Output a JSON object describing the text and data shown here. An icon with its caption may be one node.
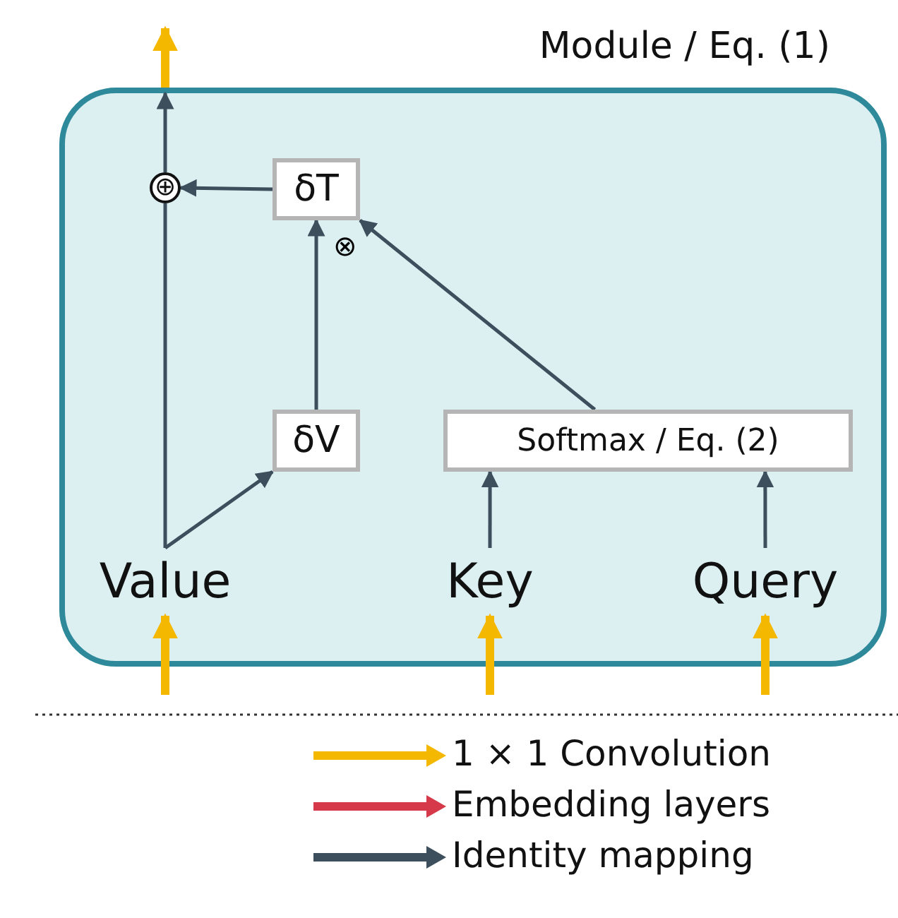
{
  "diagram": {
    "nodes": [
      {
        "text": [
          "Module / Eq. (1)"
        ]
      },
      {
        "text": [
          "δT"
        ],
        "in": 0
      },
      {
        "text": [
          "⊕"
        ],
        "in": 0
      },
      {
        "text": [
          "δV"
        ],
        "in": 0
      },
      {
        "text": [
          "Softmax / Eq. (2)"
        ],
        "in": 0
      },
      {
        "text": [
          "Value"
        ],
        "in": 0
      },
      {
        "text": [
          "Key"
        ],
        "in": 0
      },
      {
        "text": [
          "Query"
        ],
        "in": 0
      }
    ],
    "edges": [
      {
        "from": 1,
        "to": 2,
        "arrow": "to"
      },
      {
        "from": 5,
        "to": 2,
        "arrow": "none"
      },
      {
        "from": 2,
        "to": null,
        "arrow": "to"
      },
      {
        "from": 0,
        "to": null,
        "arrow": "to",
        "style": "thick",
        "color": "#f5b800"
      },
      {
        "from": 5,
        "to": 3,
        "arrow": "to"
      },
      {
        "from": 3,
        "to": 1,
        "arrow": "to"
      },
      {
        "from": 4,
        "to": 1,
        "arrow": "to"
      },
      {
        "from": 6,
        "to": 4,
        "arrow": "to"
      },
      {
        "from": 7,
        "to": 4,
        "arrow": "to"
      },
      {
        "from": null,
        "to": 5,
        "arrow": "to",
        "style": "thick",
        "color": "#f5b800"
      },
      {
        "from": null,
        "to": 6,
        "arrow": "to",
        "style": "thick",
        "color": "#f5b800"
      },
      {
        "from": null,
        "to": 7,
        "arrow": "to",
        "style": "thick",
        "color": "#f5b800"
      }
    ],
    "labels": [
      "⊗"
    ],
    "legend": [
      {
        "text": "1 × 1 Convolution",
        "color": "#f5b800"
      },
      {
        "text": "Embedding layers",
        "color": "#d63a4a"
      },
      {
        "text": "Identity mapping",
        "color": "#3d4f5c"
      }
    ]
  }
}
